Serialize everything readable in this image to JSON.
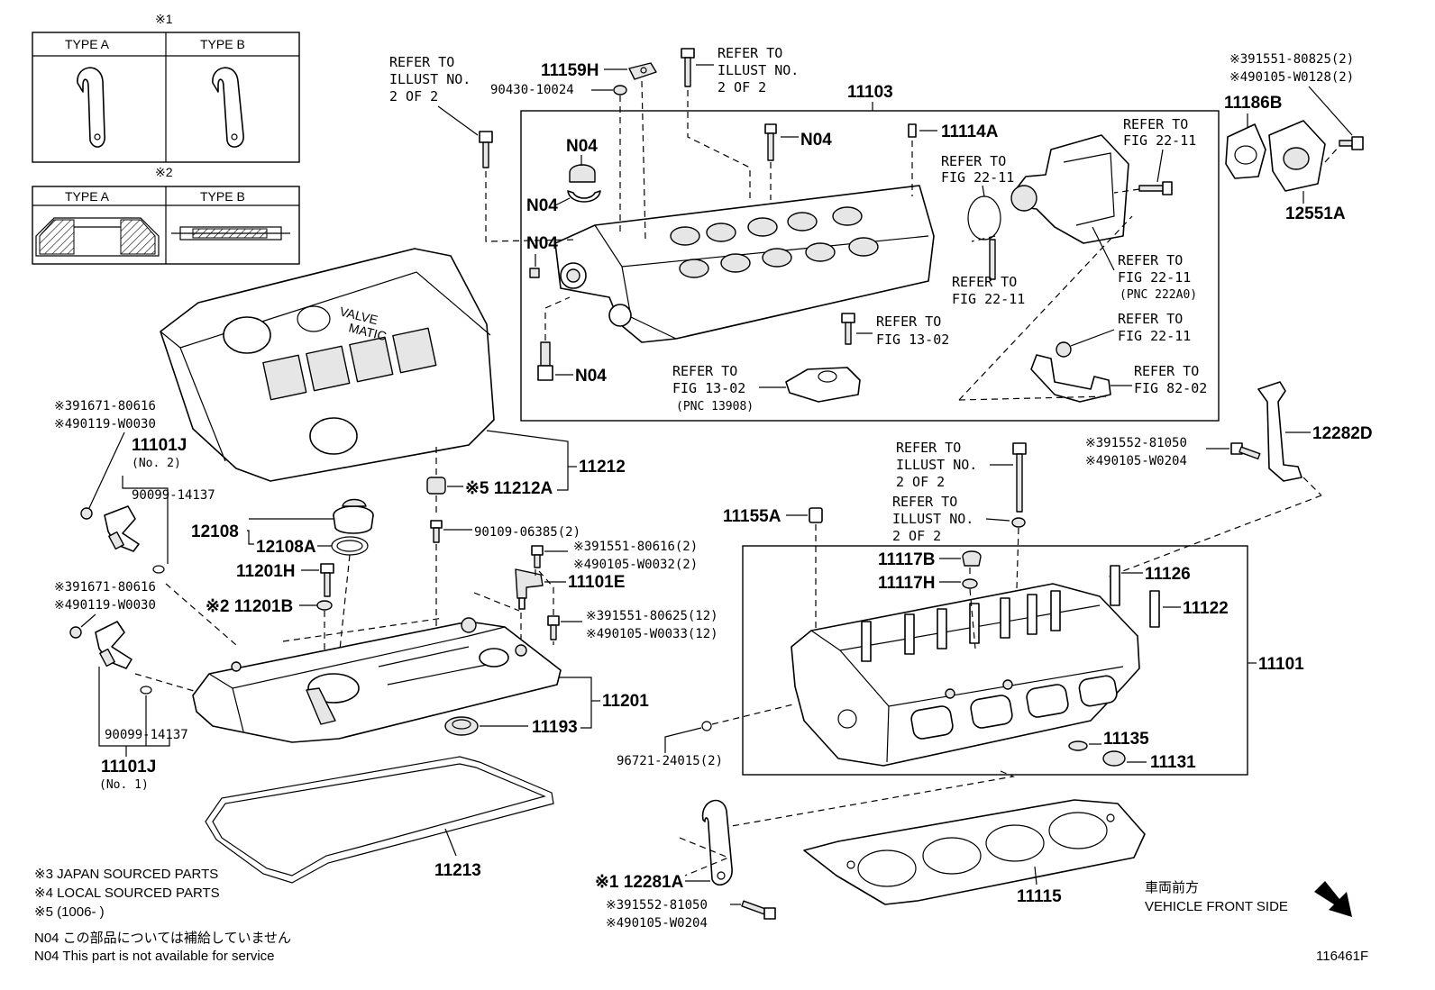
{
  "notes_top": {
    "mark1": "※1",
    "mark2": "※2",
    "type_a": "TYPE A",
    "type_b": "TYPE B"
  },
  "refs": {
    "illust_left": [
      "REFER TO",
      "ILLUST NO.",
      "2 OF 2"
    ],
    "illust_top": [
      "REFER TO",
      "ILLUST NO.",
      "2 OF 2"
    ],
    "illust_mid1": [
      "REFER TO",
      "ILLUST NO.",
      "2 OF 2"
    ],
    "illust_mid2": [
      "REFER TO",
      "ILLUST NO.",
      "2 OF 2"
    ],
    "fig2211_a": [
      "REFER TO",
      "FIG 22-11"
    ],
    "fig2211_b": [
      "REFER TO",
      "FIG 22-11"
    ],
    "fig2211_c": [
      "REFER TO",
      "FIG 22-11"
    ],
    "fig2211_d": [
      "REFER TO",
      "FIG 22-11",
      "(PNC 222A0)"
    ],
    "fig2211_e": [
      "REFER TO",
      "FIG 22-11"
    ],
    "fig1302_a": [
      "REFER TO",
      "FIG 13-02"
    ],
    "fig1302_b": [
      "REFER TO",
      "FIG 13-02",
      "(PNC 13908)"
    ],
    "fig8202": [
      "REFER TO",
      "FIG 82-02"
    ]
  },
  "parts": {
    "p11103": "11103",
    "p11159H": "11159H",
    "p90430": "90430-10024",
    "n04": "N04",
    "p11114A": "11114A",
    "p11186B": "11186B",
    "p12551A": "12551A",
    "p91551_80825": "※391551-80825(2)",
    "p90105_W0128": "※490105-W0128(2)",
    "p91671_a": "※391671-80616",
    "p90119_a": "※490119-W0030",
    "p11101J_2": "11101J",
    "p11101J_2_sub": "(No. 2)",
    "p90099_a": "90099-14137",
    "p11212": "11212",
    "p11212A": "※5 11212A",
    "p12108": "12108",
    "p12108A": "12108A",
    "p90109": "90109-06385(2)",
    "p91551_80616": "※391551-80616(2)",
    "p90105_W0032": "※490105-W0032(2)",
    "p11101E": "11101E",
    "p11201H": "11201H",
    "p11201B": "※2 11201B",
    "p91551_80625": "※391551-80625(12)",
    "p90105_W0033": "※490105-W0033(12)",
    "p91671_b": "※391671-80616",
    "p90119_b": "※490119-W0030",
    "p11201": "11201",
    "p11193": "11193",
    "p90099_b": "90099-14137",
    "p11101J_1": "11101J",
    "p11101J_1_sub": "(No. 1)",
    "p11213": "11213",
    "p12282D": "12282D",
    "p91552_a": "※391552-81050",
    "p90105_W0204_a": "※490105-W0204",
    "p11155A": "11155A",
    "p11117B": "11117B",
    "p11117H": "11117H",
    "p11126": "11126",
    "p11122": "11122",
    "p11101": "11101",
    "p11135": "11135",
    "p11131": "11131",
    "p96721": "96721-24015(2)",
    "p12281A": "※1 12281A",
    "p91552_b": "※391552-81050",
    "p90105_W0204_b": "※490105-W0204",
    "p11115": "11115"
  },
  "cover_text": [
    "VALVE",
    "MATIC"
  ],
  "legend": {
    "l3": "※3 JAPAN SOURCED PARTS",
    "l4": "※4 LOCAL SOURCED PARTS",
    "l5": "※5 (1006-      )",
    "n04_jp": "N04  この部品については補給していません",
    "n04_en": "N04  This part is not available for service"
  },
  "front": {
    "jp": "車両前方",
    "en": "VEHICLE FRONT SIDE"
  },
  "figure_id": "116461F"
}
